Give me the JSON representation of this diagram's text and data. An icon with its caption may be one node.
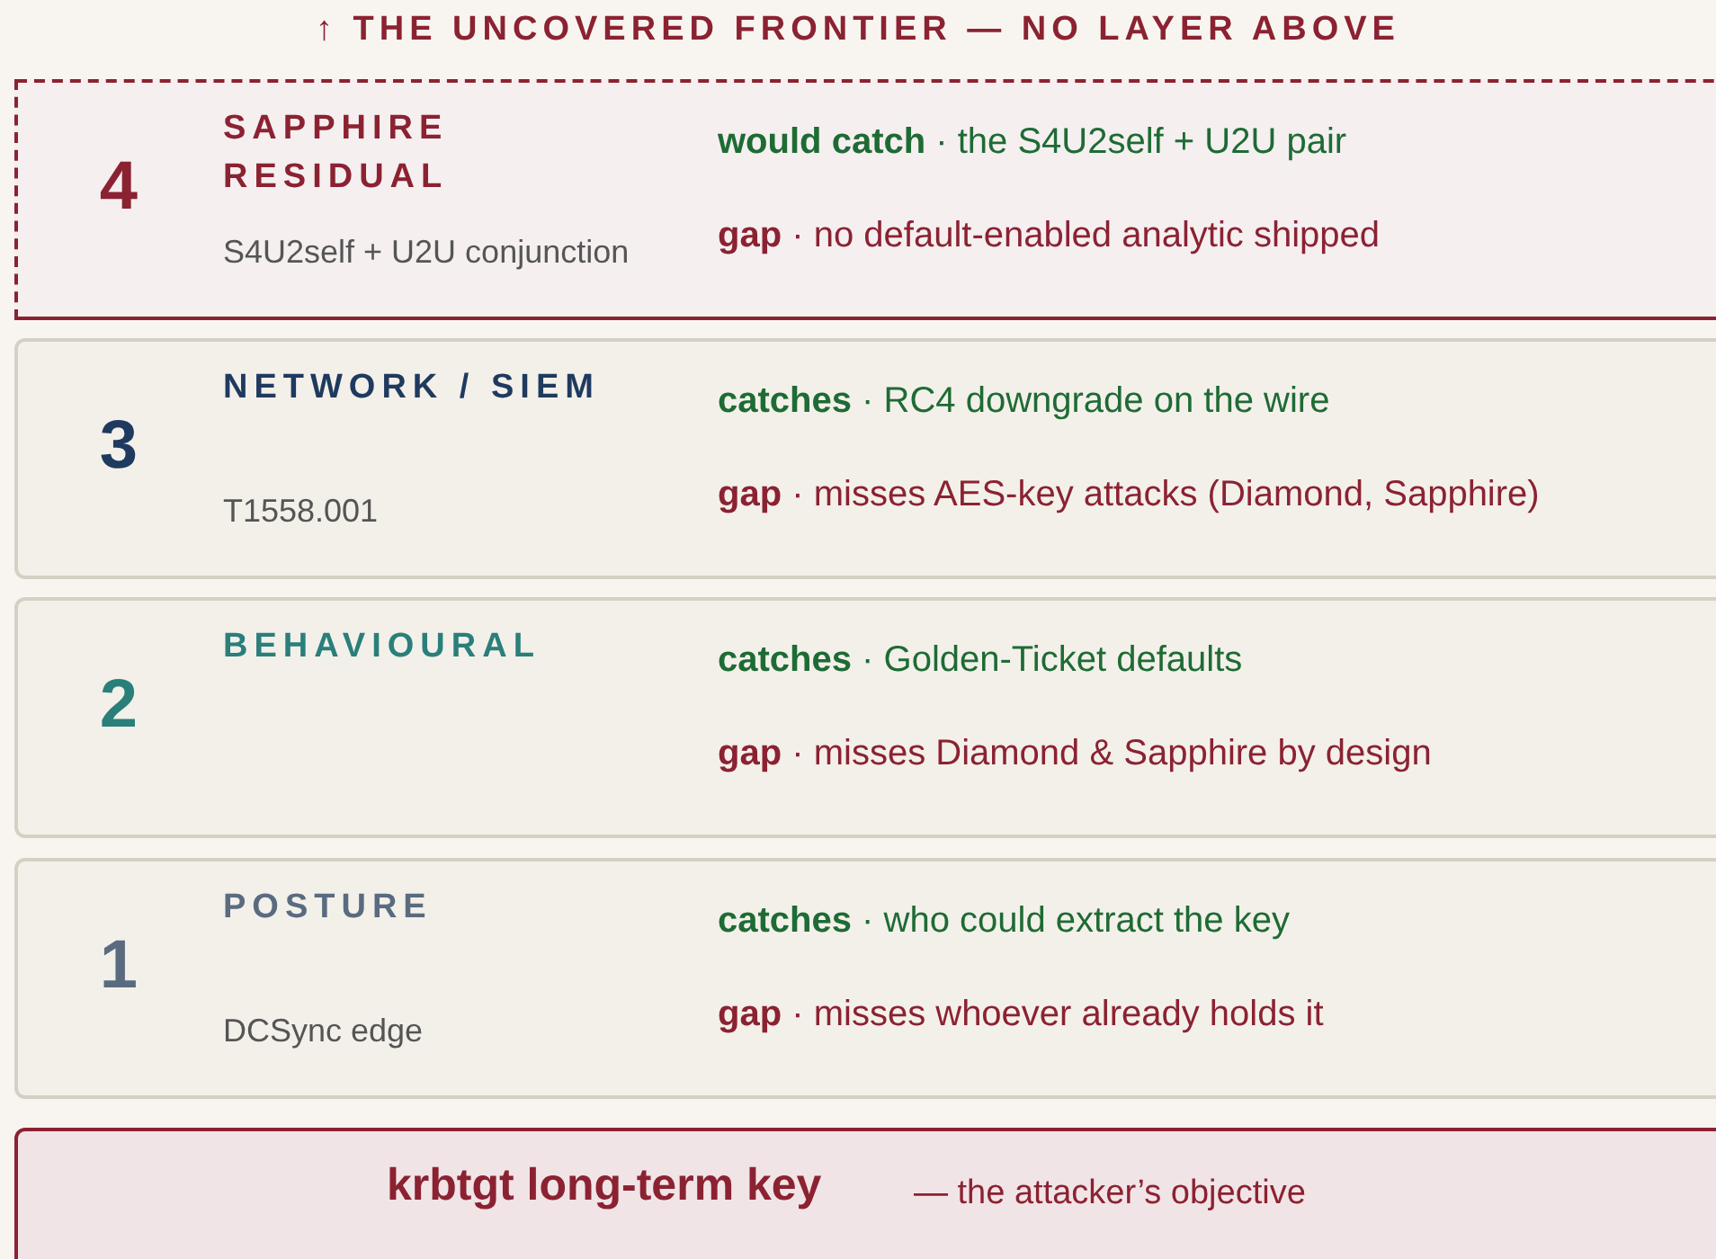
{
  "diagram": {
    "title": "↑ THE UNCOVERED FRONTIER — NO LAYER ABOVE",
    "nodes": [
      {
        "text": [
          "4",
          "SAPPHIRE RESIDUAL",
          "S4U2self + U2U conjunction",
          "**would catch** · the S4U2self + U2U pair",
          "**gap** · no default-enabled analytic shipped"
        ]
      },
      {
        "text": [
          "3",
          "NETWORK / SIEM",
          "T1558.001",
          "**catches** · RC4 downgrade on the wire",
          "**gap** · misses AES-key attacks (Diamond, Sapphire)"
        ]
      },
      {
        "text": [
          "2",
          "BEHAVIOURAL",
          "**catches** · Golden-Ticket defaults",
          "**gap** · misses Diamond & Sapphire by design"
        ]
      },
      {
        "text": [
          "1",
          "POSTURE",
          "DCSync edge",
          "**catches** · who could extract the key",
          "**gap** · misses whoever already holds it"
        ]
      },
      {
        "text": [
          "krbtgt long-term key",
          "— the attacker’s objective"
        ]
      }
    ]
  }
}
